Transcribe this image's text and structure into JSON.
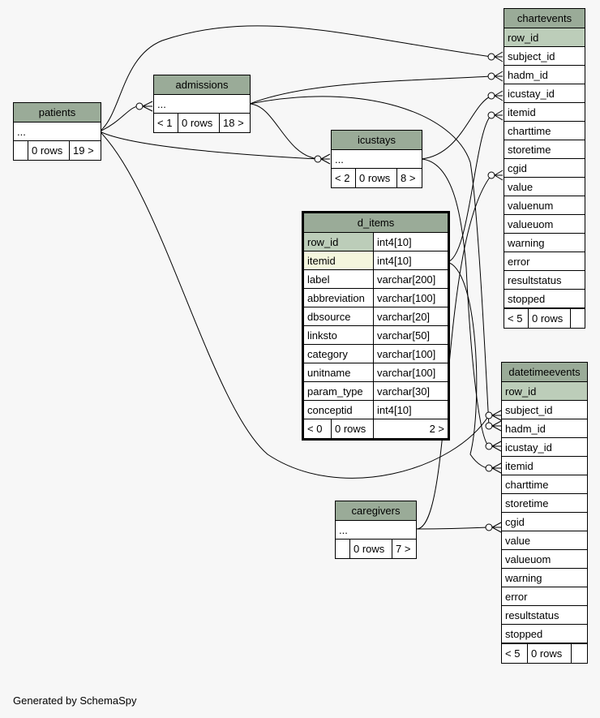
{
  "footer_text": "Generated by SchemaSpy",
  "tables": {
    "patients": {
      "name": "patients",
      "rows": [
        "..."
      ],
      "footer": [
        "",
        "0 rows",
        "19 >"
      ]
    },
    "admissions": {
      "name": "admissions",
      "rows": [
        "..."
      ],
      "footer": [
        "< 1",
        "0 rows",
        "18 >"
      ]
    },
    "icustays": {
      "name": "icustays",
      "rows": [
        "..."
      ],
      "footer": [
        "< 2",
        "0 rows",
        "8 >"
      ]
    },
    "caregivers": {
      "name": "caregivers",
      "rows": [
        "..."
      ],
      "footer": [
        "",
        "0 rows",
        "7 >"
      ]
    },
    "chartevents": {
      "name": "chartevents",
      "rows": [
        "row_id",
        "subject_id",
        "hadm_id",
        "icustay_id",
        "itemid",
        "charttime",
        "storetime",
        "cgid",
        "value",
        "valuenum",
        "valueuom",
        "warning",
        "error",
        "resultstatus",
        "stopped"
      ],
      "footer": [
        "< 5",
        "0 rows",
        ""
      ]
    },
    "datetimeevents": {
      "name": "datetimeevents",
      "rows": [
        "row_id",
        "subject_id",
        "hadm_id",
        "icustay_id",
        "itemid",
        "charttime",
        "storetime",
        "cgid",
        "value",
        "valueuom",
        "warning",
        "error",
        "resultstatus",
        "stopped"
      ],
      "footer": [
        "< 5",
        "0 rows",
        ""
      ]
    },
    "d_items": {
      "name": "d_items",
      "columns": [
        {
          "name": "row_id",
          "type": "int4[10]"
        },
        {
          "name": "itemid",
          "type": "int4[10]"
        },
        {
          "name": "label",
          "type": "varchar[200]"
        },
        {
          "name": "abbreviation",
          "type": "varchar[100]"
        },
        {
          "name": "dbsource",
          "type": "varchar[20]"
        },
        {
          "name": "linksto",
          "type": "varchar[50]"
        },
        {
          "name": "category",
          "type": "varchar[100]"
        },
        {
          "name": "unitname",
          "type": "varchar[100]"
        },
        {
          "name": "param_type",
          "type": "varchar[30]"
        },
        {
          "name": "conceptid",
          "type": "int4[10]"
        }
      ],
      "footer": [
        "< 0",
        "0 rows",
        "2 >"
      ]
    }
  },
  "colors": {
    "header": "#9aab98",
    "primary_key": "#bccdb9",
    "foreign_key": "#f4f6dd",
    "background": "#f7f7f7"
  }
}
